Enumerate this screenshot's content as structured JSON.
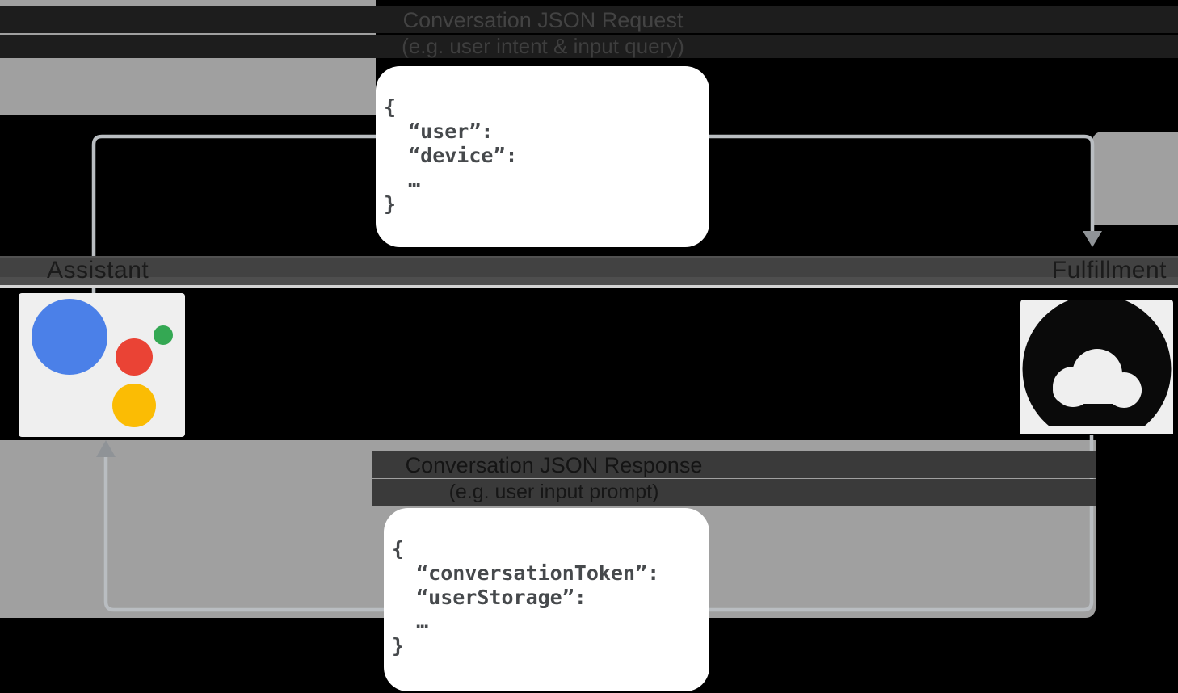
{
  "title_top": {
    "line1": "Conversation JSON Request",
    "line2": "(e.g. user intent & input query)"
  },
  "title_bottom": {
    "line1": "Conversation JSON Response",
    "line2": "(e.g. user input prompt)"
  },
  "entities": {
    "left": "Assistant",
    "right": "Fulfillment"
  },
  "code": {
    "request": "{\n  “user”:\n  “device”:\n  …\n}",
    "response": "{\n  “conversationToken”:\n  “userStorage”:\n  …\n}"
  },
  "icons": {
    "assistant": "google-assistant-logo",
    "fulfillment": "cloud-icon"
  },
  "colors": {
    "assistant_blue": "#4b80e8",
    "assistant_green": "#34a853",
    "assistant_red": "#ea4335",
    "assistant_yellow": "#fbbc04",
    "cloud_icon": "#0a0a0a",
    "cloud_cutout": "#efefef",
    "arrow_line": "#b9bdc1",
    "arrow_head": "#8f9397",
    "panel_gray": "#a0a0a0",
    "band_dark": "#3a3a3a",
    "tile_bg": "#efefef"
  }
}
